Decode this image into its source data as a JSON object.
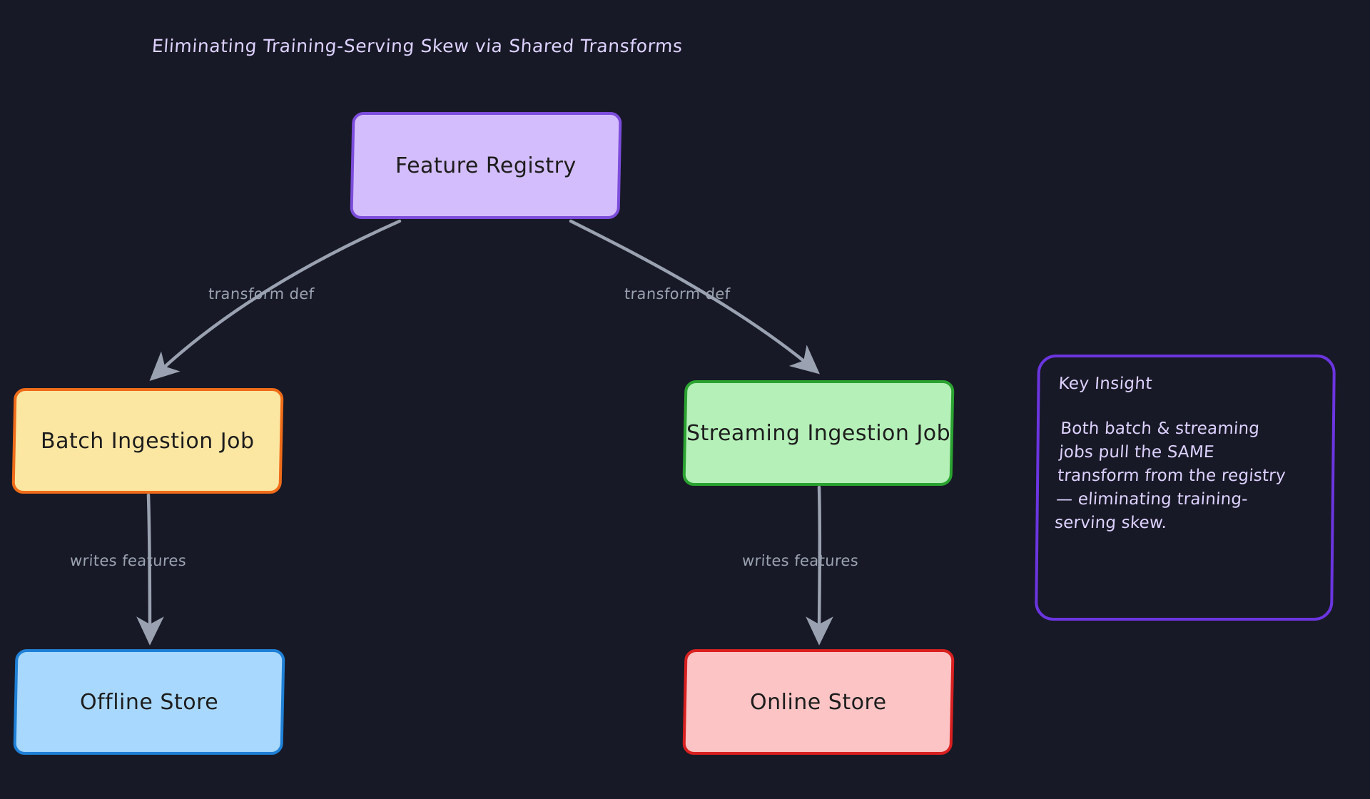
{
  "diagram": {
    "title": "Eliminating Training-Serving Skew via Shared Transforms",
    "background_color": "#181926",
    "edge_color": "#9aa2b1",
    "nodes": [
      {
        "id": "feature-registry",
        "label": "Feature Registry",
        "fill": "#d4bdfc",
        "stroke": "#7c4ddb"
      },
      {
        "id": "batch-ingestion",
        "label": "Batch Ingestion Job",
        "fill": "#fbe6a2",
        "stroke": "#ef6c19"
      },
      {
        "id": "streaming-ingestion",
        "label": "Streaming Ingestion Job",
        "fill": "#b5f0b8",
        "stroke": "#2ba331"
      },
      {
        "id": "offline-store",
        "label": "Offline Store",
        "fill": "#a8d8fd",
        "stroke": "#1f80d6"
      },
      {
        "id": "online-store",
        "label": "Online Store",
        "fill": "#fcc4c4",
        "stroke": "#d92020"
      }
    ],
    "edges": [
      {
        "id": "registry-to-batch",
        "from": "feature-registry",
        "to": "batch-ingestion",
        "label": "transform def"
      },
      {
        "id": "registry-to-streaming",
        "from": "feature-registry",
        "to": "streaming-ingestion",
        "label": "transform def"
      },
      {
        "id": "batch-to-offline",
        "from": "batch-ingestion",
        "to": "offline-store",
        "label": "writes features"
      },
      {
        "id": "streaming-to-online",
        "from": "streaming-ingestion",
        "to": "online-store",
        "label": "writes features"
      }
    ],
    "note": {
      "title": "Key Insight",
      "body": "Both batch & streaming jobs pull the SAME transform from the registry — eliminating training-serving skew.",
      "stroke": "#6b35e0",
      "text_color": "#ddd2ff"
    }
  }
}
